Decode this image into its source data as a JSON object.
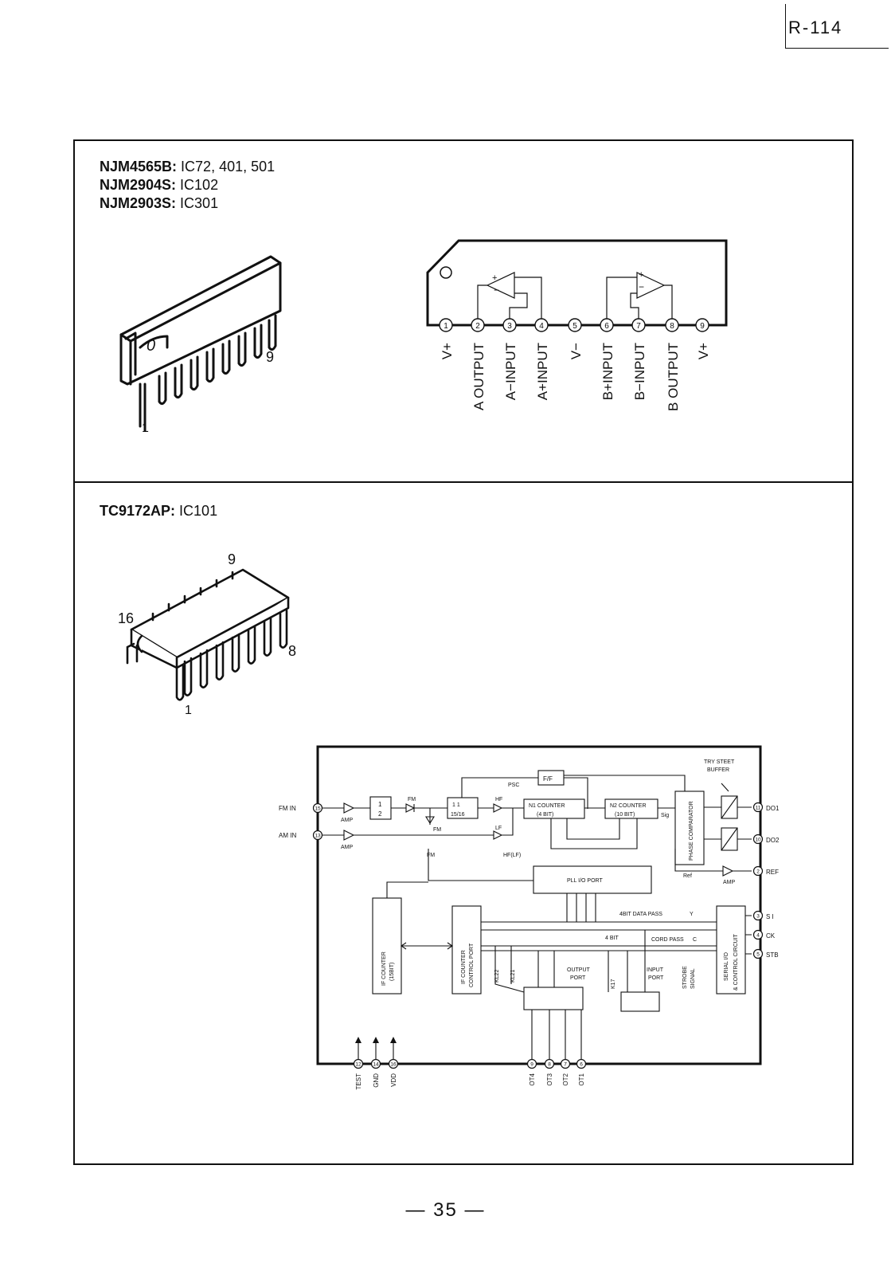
{
  "page_code": "R-114",
  "page_number": "— 35 —",
  "section1": {
    "ic_list": [
      {
        "part": "NJM4565B:",
        "refs": " IC72, 401, 501"
      },
      {
        "part": "NJM2904S:",
        "refs": " IC102"
      },
      {
        "part": "NJM2903S:",
        "refs": " IC301"
      }
    ],
    "package_pin_first": "1",
    "package_pin_last": "9",
    "pins": [
      {
        "num": "1",
        "label": "V+"
      },
      {
        "num": "2",
        "label": "A OUTPUT"
      },
      {
        "num": "3",
        "label": "A−INPUT"
      },
      {
        "num": "4",
        "label": "A+INPUT"
      },
      {
        "num": "5",
        "label": "V−"
      },
      {
        "num": "6",
        "label": "B+INPUT"
      },
      {
        "num": "7",
        "label": "B−INPUT"
      },
      {
        "num": "8",
        "label": "B OUTPUT"
      },
      {
        "num": "9",
        "label": "V+"
      }
    ]
  },
  "section2": {
    "ic_title": {
      "part": "TC9172AP:",
      "refs": " IC101"
    },
    "package_pins": {
      "p1": "1",
      "p8": "8",
      "p9": "9",
      "p16": "16"
    },
    "block": {
      "fm_in": "FM IN",
      "am_in": "AM IN",
      "amp": "AMP",
      "half_num": "1",
      "half_den": "2",
      "fm": "FM",
      "fm_bar": "FM",
      "psc": "PSC",
      "ff": "F/F",
      "div_num": "1    1",
      "div_den": "15/16",
      "hf": "HF",
      "lf": "LF",
      "hf_lf": "HF(LF)",
      "n1_counter": "N1 COUNTER",
      "n1_bits": "(4 BIT)",
      "n2_counter": "N2 COUNTER",
      "n2_bits": "(10 BIT)",
      "sig": "Sig",
      "ref_small": "Ref",
      "phase_comparator": "PHASE COMPARATOR",
      "try_steet_buffer_1": "TRY STEET",
      "try_steet_buffer_2": "BUFFER",
      "do1": "DO1",
      "do2": "DO2",
      "ref": "REF",
      "pll_io_port": "PLL I/O PORT",
      "data_pass": "4BIT DATA PASS",
      "data_pass_mark": "Y",
      "cord_pass": "CORD PASS",
      "cord_pass_mark": "C",
      "four_bit": "4 BIT",
      "if_counter": "IF COUNTER",
      "if_counter_bits": "(15BIT)",
      "if_ctrl_port": "IF COUNTER",
      "if_ctrl_port_2": "CONTROL PORT",
      "kl22": "KL22",
      "kl21": "KL21",
      "k17": "K17",
      "output_port_1": "OUTPUT",
      "output_port_2": "PORT",
      "input_port_1": "INPUT",
      "input_port_2": "PORT",
      "strobe_1": "STROBE",
      "strobe_2": "SIGNAL",
      "serial_io_1": "SERIAL I/O",
      "serial_io_2": "& CONTROL CIRCUIT",
      "si": "S I",
      "ck": "CK",
      "stb": "STB",
      "pin_fm_in": "15",
      "pin_am_in": "13",
      "pin_do1": "11",
      "pin_do2": "10",
      "pin_ref": "2",
      "pin_si": "3",
      "pin_ck": "4",
      "pin_stb": "5",
      "bottom_pins": [
        {
          "num": "12",
          "label": "TEST"
        },
        {
          "num": "14",
          "label": "GND"
        },
        {
          "num": "16",
          "label": "VDD"
        },
        {
          "num": "9",
          "label": "OT4"
        },
        {
          "num": "8",
          "label": "OT3"
        },
        {
          "num": "7",
          "label": "OT2"
        },
        {
          "num": "6",
          "label": "OT1"
        }
      ]
    }
  }
}
